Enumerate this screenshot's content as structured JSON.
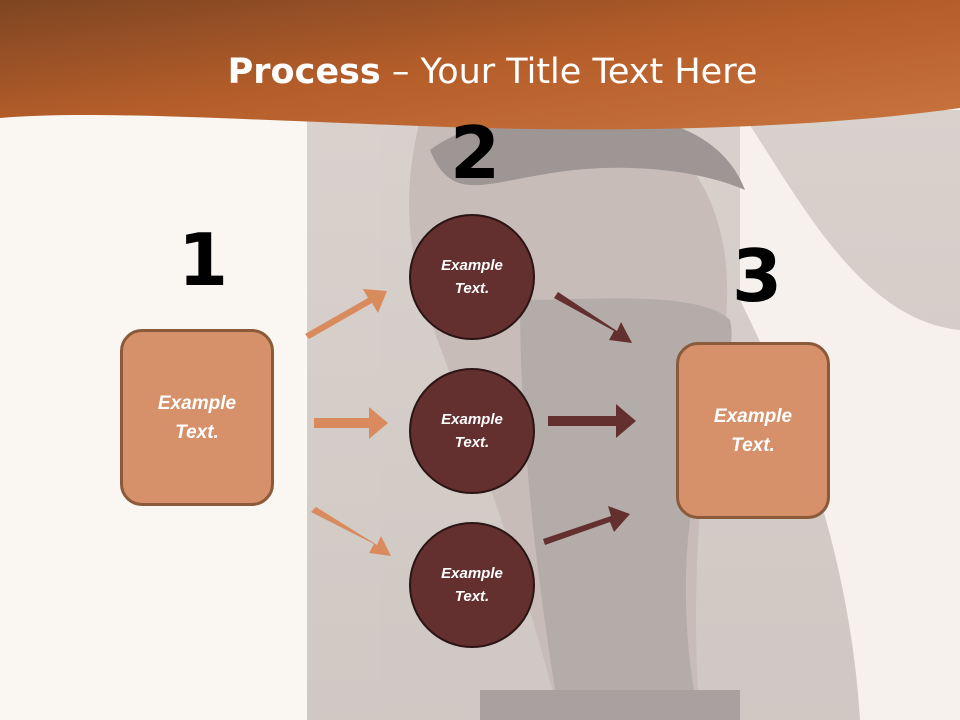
{
  "title": {
    "bold": "Process",
    "rest": " – Your Title Text Here"
  },
  "steps": [
    {
      "number": "1",
      "label_line1": "Example",
      "label_line2": "Text."
    },
    {
      "number": "2",
      "circles": [
        {
          "label_line1": "Example",
          "label_line2": "Text."
        },
        {
          "label_line1": "Example",
          "label_line2": "Text."
        },
        {
          "label_line1": "Example",
          "label_line2": "Text."
        }
      ]
    },
    {
      "number": "3",
      "label_line1": "Example",
      "label_line2": "Text."
    }
  ],
  "colors": {
    "header": "#b8622c",
    "box_fill": "#d6916a",
    "circle_fill": "#64302f",
    "arrow_light": "#d98b5d",
    "arrow_dark": "#64302f"
  }
}
